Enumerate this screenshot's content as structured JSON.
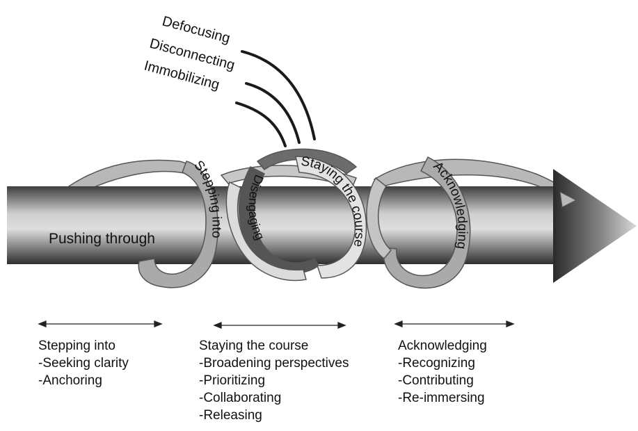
{
  "diagram": {
    "withdrawal_labels": [
      "Defocusing",
      "Disconnecting",
      "Immobilizing"
    ],
    "arrow_label": "Pushing through",
    "loop_labels": {
      "stepping_into": "Stepping into",
      "disengaging": "Disengaging",
      "staying_the_course": "Staying the course",
      "acknowledging": "Acknowledging"
    }
  },
  "phases": [
    {
      "title": "Stepping into",
      "items": [
        "-Seeking clarity",
        "-Anchoring"
      ]
    },
    {
      "title": "Staying the course",
      "items": [
        "-Broadening perspectives",
        "-Prioritizing",
        "-Collaborating",
        "-Releasing"
      ]
    },
    {
      "title": "Acknowledging",
      "items": [
        "-Recognizing",
        "-Contributing",
        "-Re-immersing"
      ]
    }
  ]
}
